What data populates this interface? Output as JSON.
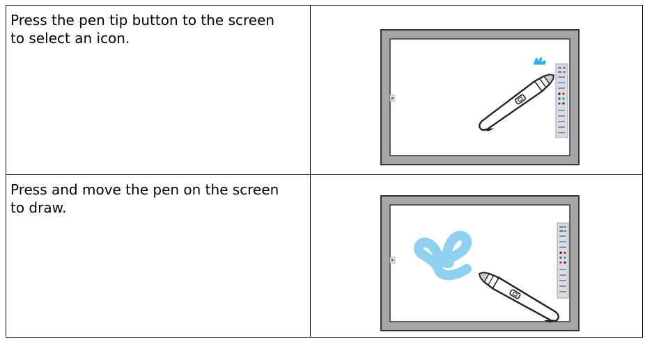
{
  "steps": [
    {
      "text": "Press the pen tip button to the screen to select an icon.",
      "illustration": "pen-selecting-toolbar-icon"
    },
    {
      "text": "Press and move the pen on the screen to draw.",
      "illustration": "pen-drawing-on-screen"
    }
  ],
  "colors": {
    "frame": "#a6a6a6",
    "frame_border": "#333333",
    "screen": "#ffffff",
    "toolbar": "#d9dde3",
    "accent_blue": "#2fb0e8",
    "stroke_blue": "#8fd0f0",
    "table_border": "#000000"
  }
}
